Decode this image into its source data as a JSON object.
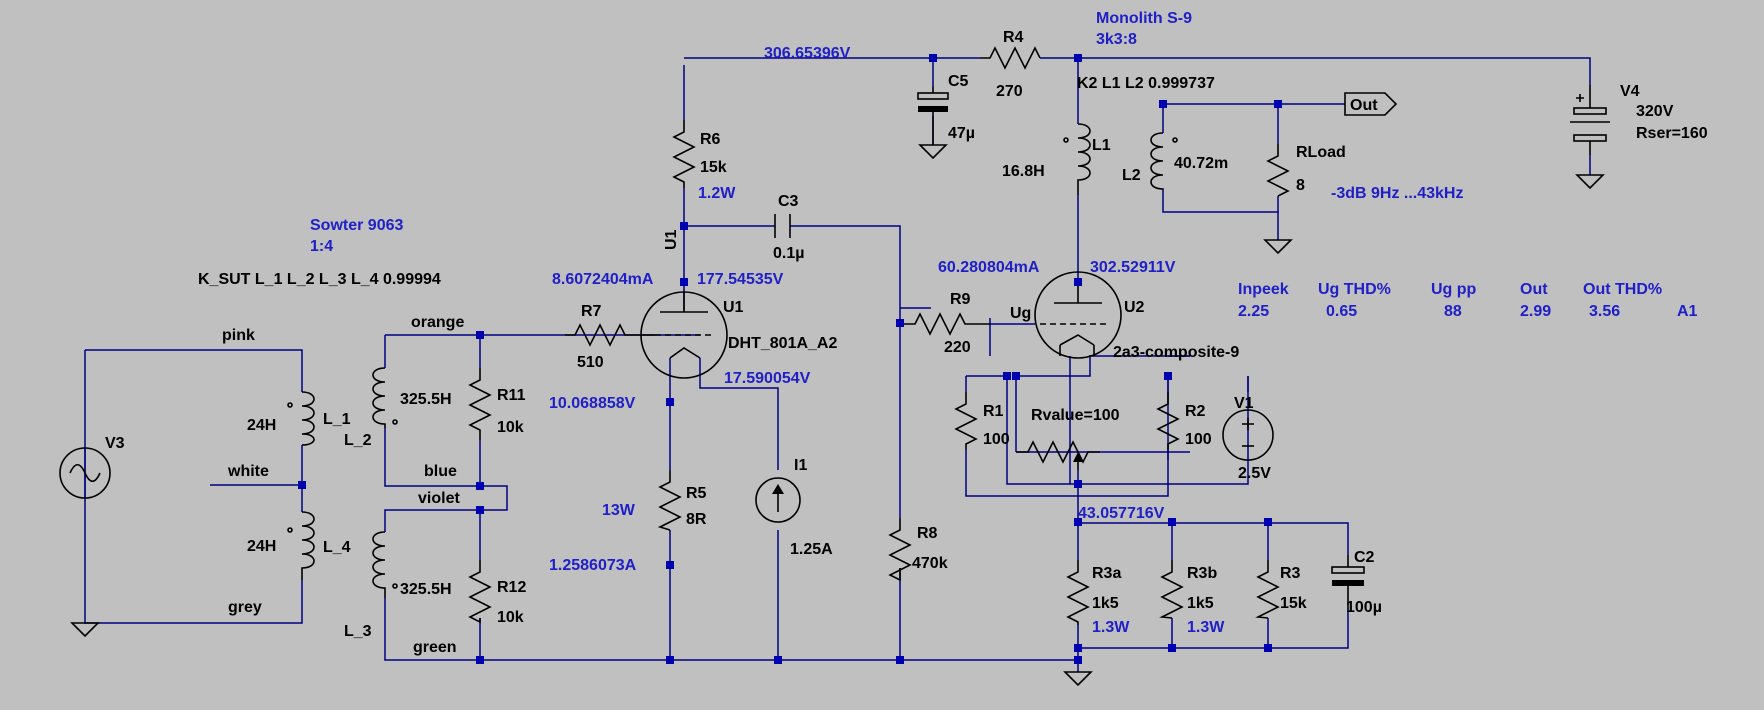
{
  "schematic": {
    "transformer_in": {
      "model": "Sowter 9063",
      "ratio": "1:4",
      "coupling": "K_SUT L_1 L_2 L_3 L_4 0.99994"
    },
    "transformer_out": {
      "model": "Monolith S-9",
      "ratio": "3k3:8",
      "coupling": "K2 L1 L2  0.999737"
    },
    "wire_labels": {
      "pink": "pink",
      "white": "white",
      "grey": "grey",
      "orange": "orange",
      "blue": "blue",
      "violet": "violet",
      "green": "green"
    },
    "components": {
      "V3": "V3",
      "L_1": {
        "name": "L_1",
        "value": "24H"
      },
      "L_4": {
        "name": "L_4",
        "value": "24H"
      },
      "L_2": {
        "name": "L_2",
        "value": "325.5H"
      },
      "L_3": {
        "name": "L_3",
        "value": "325.5H"
      },
      "R11": {
        "name": "R11",
        "value": "10k"
      },
      "R12": {
        "name": "R12",
        "value": "10k"
      },
      "R7": {
        "name": "R7",
        "value": "510"
      },
      "R6": {
        "name": "R6",
        "value": "15k",
        "power": "1.2W"
      },
      "U1": {
        "name": "U1",
        "model": "DHT_801A_A2"
      },
      "U1_rot": "U1",
      "C3": {
        "name": "C3",
        "value": "0.1µ"
      },
      "R5": {
        "name": "R5",
        "value": "8R",
        "power": "13W"
      },
      "I1": {
        "name": "I1",
        "value": "1.25A"
      },
      "R8": {
        "name": "R8",
        "value": "470k"
      },
      "C5": {
        "name": "C5",
        "value": "47µ"
      },
      "R4": {
        "name": "R4",
        "value": "270"
      },
      "L1": {
        "name": "L1",
        "value": "16.8H"
      },
      "L2": {
        "name": "L2",
        "value": "40.72m"
      },
      "RLoad": {
        "name": "RLoad",
        "value": "8"
      },
      "R9": {
        "name": "R9",
        "value": "220"
      },
      "Ug": "Ug",
      "U2": {
        "name": "U2",
        "model": "2a3-composite-9"
      },
      "R1": {
        "name": "R1",
        "value": "100"
      },
      "R2": {
        "name": "R2",
        "value": "100"
      },
      "Rpot": {
        "value": "Rvalue=100"
      },
      "V1": {
        "name": "V1",
        "value": "2.5V"
      },
      "R3a": {
        "name": "R3a",
        "value": "1k5",
        "power": "1.3W"
      },
      "R3b": {
        "name": "R3b",
        "value": "1k5",
        "power": "1.3W"
      },
      "R3": {
        "name": "R3",
        "value": "15k"
      },
      "C2": {
        "name": "C2",
        "value": "100µ"
      },
      "V4": {
        "name": "V4",
        "value": "320V",
        "rser": "Rser=160"
      },
      "Out": "Out"
    },
    "probes": {
      "v_top": "306.65396V",
      "i_u1": "8.6072404mA",
      "v_u1a": "177.54535V",
      "v_cath1": "10.068858V",
      "v_fil1": "17.590054V",
      "i_r5": "1.2586073A",
      "i_u2": "60.280804mA",
      "v_u2a": "302.52911V",
      "v_cath2": "43.057716V"
    },
    "bandwidth": "-3dB  9Hz ...43kHz",
    "results": {
      "headers": [
        "Inpeek",
        "Ug THD%",
        "Ug pp",
        "Out",
        "Out THD%"
      ],
      "values": [
        "2.25",
        "0.65",
        "88",
        "2.99",
        "3.56",
        "A1"
      ]
    }
  }
}
